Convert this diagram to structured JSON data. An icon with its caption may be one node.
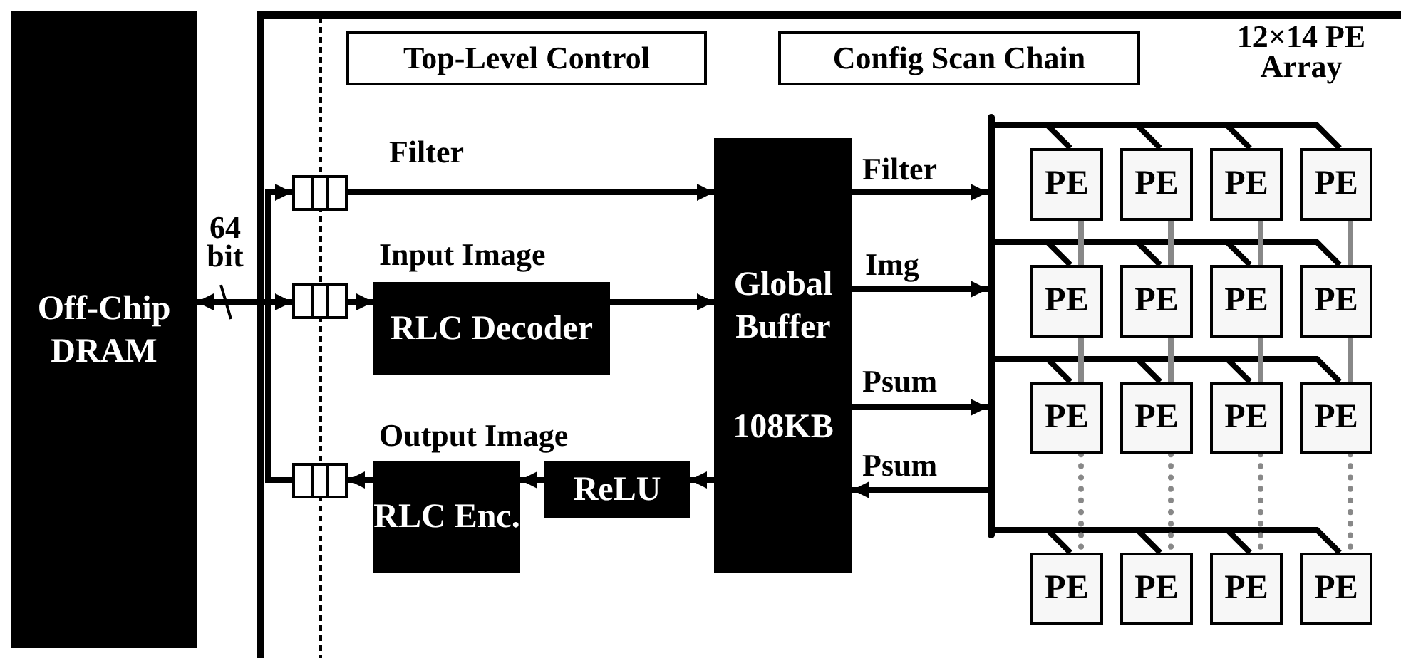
{
  "diagram": {
    "nodes": [
      {
        "text": [
          "Off-Chip DRAM"
        ]
      },
      {
        "text": [],
        "shape": "box"
      },
      {
        "text": [
          "Top-Level Control"
        ],
        "in": 1
      },
      {
        "text": [
          "Config Scan Chain"
        ],
        "in": 1
      },
      {
        "text": [],
        "shape": "box",
        "in": 1
      },
      {
        "text": [],
        "shape": "box",
        "in": 1
      },
      {
        "text": [],
        "shape": "box",
        "in": 1
      },
      {
        "text": [
          "RLC Decoder"
        ],
        "beside": [
          "Input Image"
        ],
        "in": 1
      },
      {
        "text": [
          "RLC Enc."
        ],
        "beside": [
          "Output Image"
        ],
        "in": 1
      },
      {
        "text": [
          "ReLU"
        ],
        "in": 1
      },
      {
        "text": [
          "Global Buffer",
          "108KB"
        ],
        "in": 1
      },
      {
        "text": [],
        "shape": "bar",
        "in": 1
      },
      {
        "text": [
          "PE"
        ],
        "in": 1
      },
      {
        "text": [
          "PE"
        ],
        "in": 1
      },
      {
        "text": [
          "PE"
        ],
        "in": 1
      },
      {
        "text": [
          "PE"
        ],
        "in": 1
      },
      {
        "text": [
          "PE"
        ],
        "in": 1
      },
      {
        "text": [
          "PE"
        ],
        "in": 1
      },
      {
        "text": [
          "PE"
        ],
        "in": 1
      },
      {
        "text": [
          "PE"
        ],
        "in": 1
      },
      {
        "text": [
          "PE"
        ],
        "in": 1
      },
      {
        "text": [
          "PE"
        ],
        "in": 1
      },
      {
        "text": [
          "PE"
        ],
        "in": 1
      },
      {
        "text": [
          "PE"
        ],
        "in": 1
      },
      {
        "text": [
          "PE"
        ],
        "in": 1
      },
      {
        "text": [
          "PE"
        ],
        "in": 1
      },
      {
        "text": [
          "PE"
        ],
        "in": 1
      },
      {
        "text": [
          "PE"
        ],
        "in": 1
      }
    ],
    "edges": [
      {
        "from": 0,
        "to": 4,
        "arrow": "to"
      },
      {
        "from": 0,
        "to": 5,
        "arrow": "to"
      },
      {
        "from": 6,
        "to": 0,
        "arrow": "to"
      },
      {
        "from": 4,
        "to": 10,
        "arrow": "to",
        "label": "Filter"
      },
      {
        "from": 5,
        "to": 7,
        "arrow": "to"
      },
      {
        "from": 7,
        "to": 10,
        "arrow": "to"
      },
      {
        "from": 10,
        "to": 9,
        "arrow": "to"
      },
      {
        "from": 9,
        "to": 8,
        "arrow": "to"
      },
      {
        "from": 8,
        "to": 6,
        "arrow": "to"
      },
      {
        "from": 10,
        "to": 11,
        "arrow": "to",
        "label": "Filter"
      },
      {
        "from": 10,
        "to": 11,
        "arrow": "to",
        "label": "Img"
      },
      {
        "from": 10,
        "to": 11,
        "arrow": "to",
        "label": "Psum"
      },
      {
        "from": 11,
        "to": 10,
        "arrow": "to",
        "label": "Psum"
      },
      {
        "from": 11,
        "to": 12,
        "arrow": "none"
      },
      {
        "from": 11,
        "to": 13,
        "arrow": "none"
      },
      {
        "from": 11,
        "to": 14,
        "arrow": "none"
      },
      {
        "from": 11,
        "to": 15,
        "arrow": "none"
      },
      {
        "from": 11,
        "to": 16,
        "arrow": "none"
      },
      {
        "from": 11,
        "to": 17,
        "arrow": "none"
      },
      {
        "from": 11,
        "to": 18,
        "arrow": "none"
      },
      {
        "from": 11,
        "to": 19,
        "arrow": "none"
      },
      {
        "from": 11,
        "to": 20,
        "arrow": "none"
      },
      {
        "from": 11,
        "to": 21,
        "arrow": "none"
      },
      {
        "from": 11,
        "to": 22,
        "arrow": "none"
      },
      {
        "from": 11,
        "to": 23,
        "arrow": "none"
      },
      {
        "from": 11,
        "to": 24,
        "arrow": "none"
      },
      {
        "from": 11,
        "to": 25,
        "arrow": "none"
      },
      {
        "from": 11,
        "to": 26,
        "arrow": "none"
      },
      {
        "from": 11,
        "to": 27,
        "arrow": "none"
      },
      {
        "from": 12,
        "to": 16,
        "arrow": "none",
        "color": "#888888"
      },
      {
        "from": 13,
        "to": 17,
        "arrow": "none",
        "color": "#888888"
      },
      {
        "from": 14,
        "to": 18,
        "arrow": "none",
        "color": "#888888"
      },
      {
        "from": 15,
        "to": 19,
        "arrow": "none",
        "color": "#888888"
      },
      {
        "from": 16,
        "to": 20,
        "arrow": "none",
        "color": "#888888"
      },
      {
        "from": 17,
        "to": 21,
        "arrow": "none",
        "color": "#888888"
      },
      {
        "from": 18,
        "to": 22,
        "arrow": "none",
        "color": "#888888"
      },
      {
        "from": 19,
        "to": 23,
        "arrow": "none",
        "color": "#888888"
      },
      {
        "from": 20,
        "to": 24,
        "arrow": "none",
        "style": "dashed",
        "color": "#888888"
      },
      {
        "from": 21,
        "to": 25,
        "arrow": "none",
        "style": "dashed",
        "color": "#888888"
      },
      {
        "from": 22,
        "to": 26,
        "arrow": "none",
        "style": "dashed",
        "color": "#888888"
      },
      {
        "from": 23,
        "to": 27,
        "arrow": "none",
        "style": "dashed",
        "color": "#888888"
      }
    ],
    "labels": [
      "64 bit",
      "12×14 PE Array"
    ]
  }
}
